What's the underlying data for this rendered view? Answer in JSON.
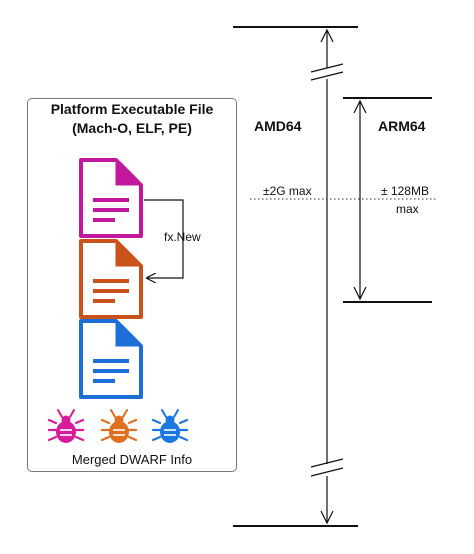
{
  "panel": {
    "title_line1": "Platform Executable File",
    "title_line2": "(Mach-O, ELF, PE)",
    "footer": "Merged DWARF Info"
  },
  "files": [
    {
      "icon": "document-icon",
      "color": "#c2189e"
    },
    {
      "icon": "document-icon",
      "color": "#c9531a"
    },
    {
      "icon": "document-icon",
      "color": "#1b6fd6"
    }
  ],
  "bugs": [
    {
      "icon": "bug-icon",
      "color": "#d81b9c"
    },
    {
      "icon": "bug-icon",
      "color": "#e0701f"
    },
    {
      "icon": "bug-icon",
      "color": "#1b78e0"
    }
  ],
  "connector_label": "fx.New",
  "amd64": {
    "label": "AMD64",
    "range": "±2G max"
  },
  "arm64": {
    "label": "ARM64",
    "range_line1": "± 128MB",
    "range_line2": "max"
  }
}
